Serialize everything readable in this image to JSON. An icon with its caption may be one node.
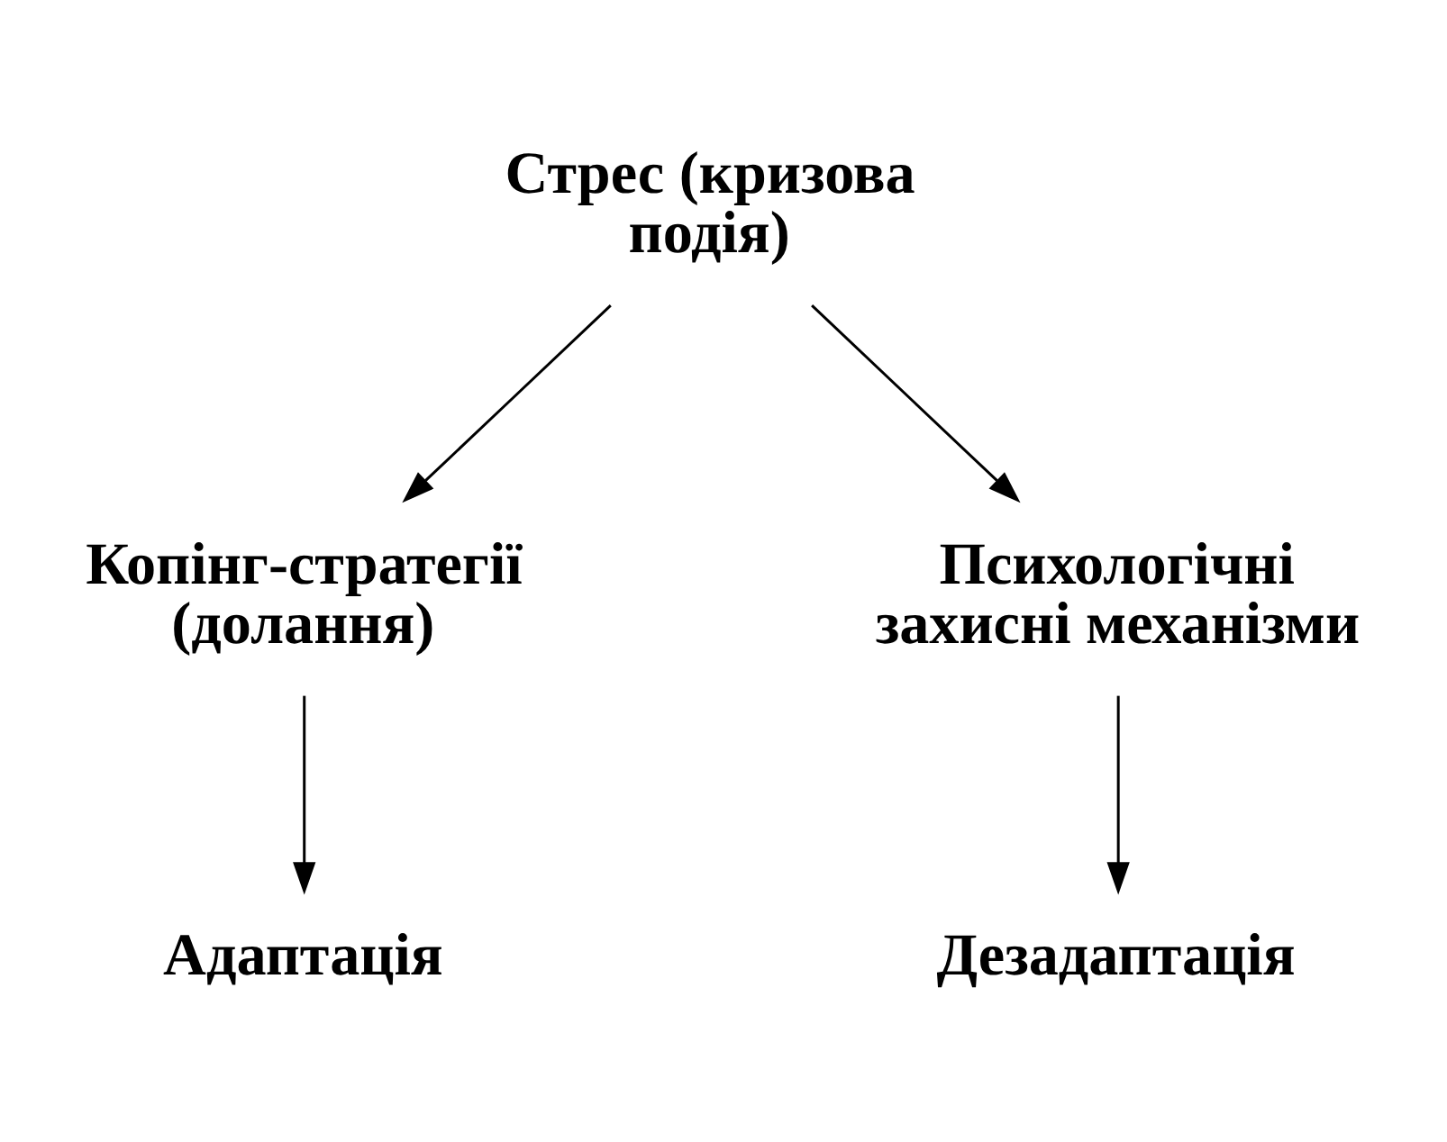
{
  "diagram": {
    "nodes": [
      {
        "text": [
          "Стрес (кризова подія)"
        ]
      },
      {
        "text": [
          "Копінг-стратегії (долання)"
        ]
      },
      {
        "text": [
          "Психологічні захисні механізми"
        ]
      },
      {
        "text": [
          "Адаптація"
        ]
      },
      {
        "text": [
          "Дезадаптація"
        ]
      }
    ],
    "edges": [
      {
        "from": 0,
        "to": 1,
        "arrow": "to"
      },
      {
        "from": 0,
        "to": 2,
        "arrow": "to"
      },
      {
        "from": 1,
        "to": 3,
        "arrow": "to"
      },
      {
        "from": 2,
        "to": 4,
        "arrow": "to"
      }
    ]
  }
}
